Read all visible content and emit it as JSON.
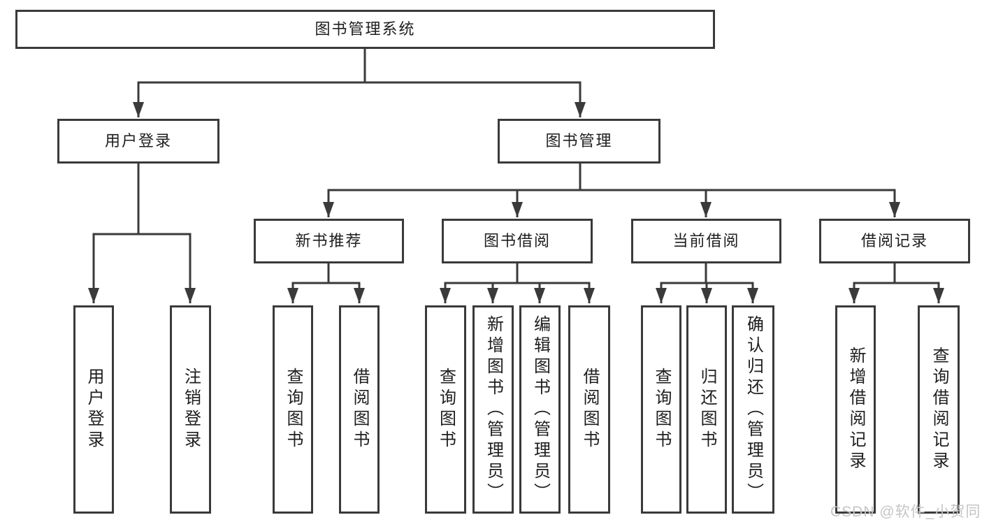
{
  "tree": {
    "root": {
      "label": "图书管理系统"
    },
    "branches": [
      {
        "label": "用户登录",
        "children": [
          {
            "label": "用户登录"
          },
          {
            "label": "注销登录"
          }
        ]
      },
      {
        "label": "图书管理",
        "children": [
          {
            "label": "新书推荐",
            "children": [
              {
                "label": "查询图书"
              },
              {
                "label": "借阅图书"
              }
            ]
          },
          {
            "label": "图书借阅",
            "children": [
              {
                "label": "查询图书"
              },
              {
                "label": "新增图书（管理员）"
              },
              {
                "label": "编辑图书（管理员）"
              },
              {
                "label": "借阅图书"
              }
            ]
          },
          {
            "label": "当前借阅",
            "children": [
              {
                "label": "查询图书"
              },
              {
                "label": "归还图书"
              },
              {
                "label": "确认归还（管理员）"
              }
            ]
          },
          {
            "label": "借阅记录",
            "children": [
              {
                "label": "新增借阅记录"
              },
              {
                "label": "查询借阅记录"
              }
            ]
          }
        ]
      }
    ]
  },
  "watermark": {
    "text": "CSDN @软件_小贺同学"
  },
  "colors": {
    "line": "#3a3a3a",
    "text": "#1e1e1e",
    "watermark": "#c5c5c5",
    "background": "#ffffff"
  }
}
